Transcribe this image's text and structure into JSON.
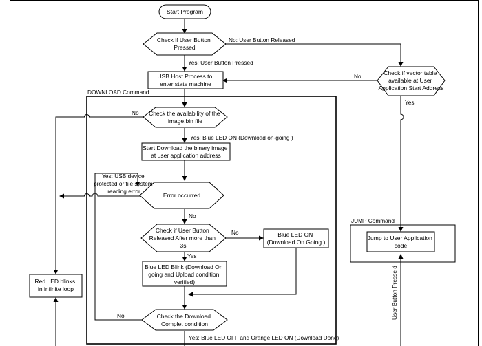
{
  "nodes": {
    "start": "Start Program",
    "check_pressed": [
      "Check if User Button",
      "Pressed"
    ],
    "usb_host": [
      "USB Host Process to",
      "enter state machine"
    ],
    "check_vector": [
      "Check if vector table",
      "available at User",
      "Application Start Address"
    ],
    "check_image": [
      "Check the availability of the",
      "image.bin file"
    ],
    "start_download": [
      "Start Download the binary image",
      "at user application address"
    ],
    "error": "Error occurred",
    "check_released": [
      "Check if User Button",
      "Released After more than",
      "3s"
    ],
    "blue_on": [
      "Blue LED ON",
      "(Download On Going )"
    ],
    "blue_blink": [
      "Blue LED Blink (Download On",
      "going and Upload condition",
      "verified)"
    ],
    "red_loop": [
      "Red LED blinks",
      "in infinite loop"
    ],
    "check_complete": [
      "Check the Download",
      "Complet condition"
    ],
    "jump_app": [
      "Jump to User Application",
      "code"
    ]
  },
  "groups": {
    "download": "DOWNLOAD Command",
    "jump": "JUMP Command"
  },
  "edges": {
    "no_released": "No: User Button Released",
    "yes_pressed": "Yes: User Button Pressed",
    "no_vector": "No",
    "yes_vector": "Yes",
    "no_image": "No",
    "yes_image": "Yes: Blue LED ON (Download on-going )",
    "yes_error": [
      "Yes: USB device",
      "protected or file system",
      "reading error"
    ],
    "no_error": "No",
    "no_released3s": "No",
    "yes_released3s": "Yes",
    "no_complete": "No",
    "yes_complete": "Yes: Blue LED OFF and  Orange LED ON  (Download Done)",
    "user_pressed_vertical": "User Button Presse d"
  }
}
